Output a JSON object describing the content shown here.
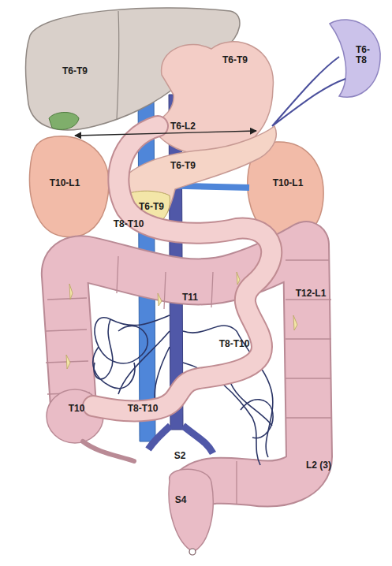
{
  "diagram": {
    "labels": [
      "T6-T9",
      "T6-T9",
      "T6- T8",
      "T6-L2",
      "T6-T9",
      "T10-L1",
      "T6-T9",
      "T10-L1",
      "T8-T10",
      "T11",
      "T12-L1",
      "T8-T10",
      "T10",
      "T8-T10",
      "S2",
      "L2 (3)",
      "S4"
    ]
  }
}
